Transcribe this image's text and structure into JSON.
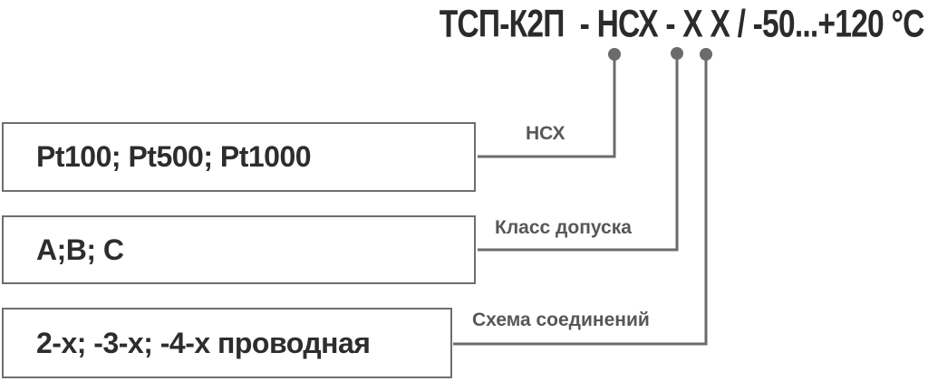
{
  "title": "ТСП-К2П  - НСХ - Х Х / -50...+120 °С",
  "boxes": [
    {
      "label": "Pt100; Pt500; Pt1000",
      "callout": "НСХ"
    },
    {
      "label": "А;В; С",
      "callout": "Класс допуска"
    },
    {
      "label": "2-х; -3-х; -4-х проводная",
      "callout": "Схема соединений"
    }
  ],
  "colors": {
    "line": "#6b6b6b",
    "box_border": "#6e6e6e",
    "box_text": "#2d2d2d",
    "callout_text": "#575757",
    "title_text": "#2b2b2b",
    "background": "#ffffff"
  }
}
